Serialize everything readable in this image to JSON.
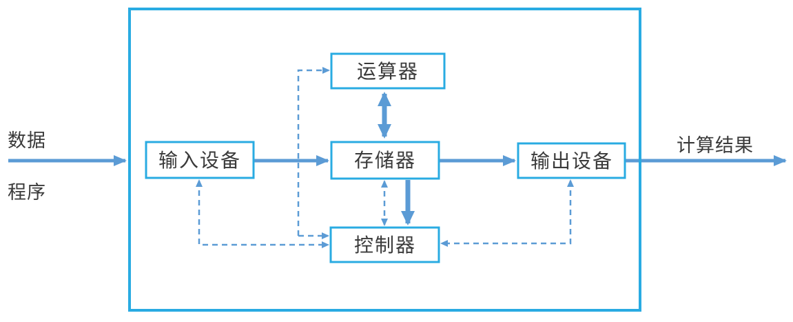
{
  "diagram": {
    "nodes": {
      "input": {
        "label": "输入设备"
      },
      "alu": {
        "label": "运算器"
      },
      "memory": {
        "label": "存储器"
      },
      "output": {
        "label": "输出设备"
      },
      "control": {
        "label": "控制器"
      }
    },
    "external_labels": {
      "data": "数据",
      "program": "程序",
      "result": "计算结果"
    },
    "colors": {
      "box_border": "#29abe2",
      "arrow": "#5b9bd5",
      "text": "#3a3a3a",
      "background": "#ffffff"
    }
  }
}
